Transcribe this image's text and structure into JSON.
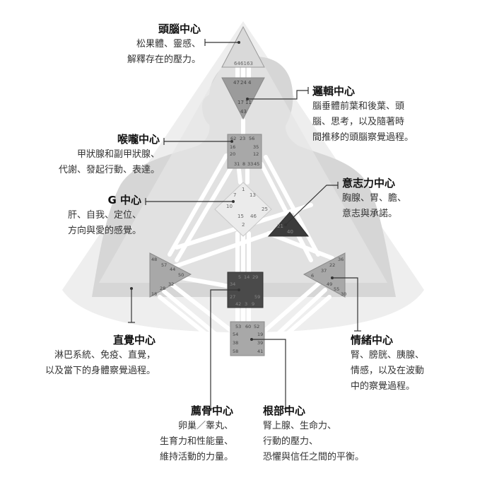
{
  "centers": {
    "head": {
      "title": "頭腦中心",
      "lines": [
        "松果體、靈感、",
        "解釋存在的壓力。"
      ],
      "gates": [
        "64",
        "61",
        "63"
      ]
    },
    "ajna": {
      "title": "邏輯中心",
      "lines": [
        "腦垂體前葉和後葉、頭",
        "腦、思考，以及隨著時",
        "間推移的頭腦察覺過程。"
      ],
      "gates": [
        "47",
        "24",
        "4",
        "17",
        "11",
        "43"
      ]
    },
    "throat": {
      "title": "喉嚨中心",
      "lines": [
        "甲狀腺和副甲狀腺、",
        "代謝、發起行動、表達。"
      ],
      "gates": [
        "62",
        "23",
        "56",
        "16",
        "35",
        "20",
        "12",
        "31",
        "8",
        "33",
        "45"
      ]
    },
    "g": {
      "title": "G 中心",
      "lines": [
        "肝、自我、定位、",
        "方向與愛的感覺。"
      ],
      "gates": [
        "1",
        "7",
        "13",
        "10",
        "25",
        "15",
        "46",
        "2"
      ]
    },
    "ego": {
      "title": "意志力中心",
      "lines": [
        "胸腺、胃、膽、",
        "意志與承諾。"
      ],
      "gates": [
        "21",
        "40"
      ]
    },
    "spleen": {
      "title": "直覺中心",
      "lines": [
        "淋巴系統、免疫、直覺，",
        "以及當下的身體察覺過程。"
      ],
      "gates": [
        "48",
        "57",
        "44",
        "50",
        "32",
        "28",
        "18"
      ]
    },
    "solar": {
      "title": "情緒中心",
      "lines": [
        "腎、膀胱、胰腺、",
        "情感，以及在波動",
        "中的察覺過程。"
      ],
      "gates": [
        "36",
        "22",
        "37",
        "6",
        "49",
        "55",
        "30"
      ]
    },
    "sacral": {
      "title": "薦骨中心",
      "lines": [
        "卵巢／睾丸、",
        "生育力和性能量、",
        "維持活動的力量。"
      ],
      "gates": [
        "5",
        "14",
        "29",
        "34",
        "27",
        "59",
        "42",
        "3",
        "9"
      ]
    },
    "root": {
      "title": "根部中心",
      "lines": [
        "腎上腺、生命力、",
        "行動的壓力、",
        "恐懼與信任之間的平衡。"
      ],
      "gates": [
        "53",
        "60",
        "52",
        "54",
        "19",
        "38",
        "39",
        "58",
        "41"
      ]
    }
  },
  "colors": {
    "background": "#ffffff",
    "silhouette": "#cfcfcf",
    "body_shape": "#e4e4e4",
    "center_light": "#d9d9d9",
    "center_mid": "#a8a8a8",
    "center_dark": "#4a4a4a",
    "center_darkest": "#3b3b3b",
    "leader_line": "#333333",
    "channel": "#ffffff"
  }
}
